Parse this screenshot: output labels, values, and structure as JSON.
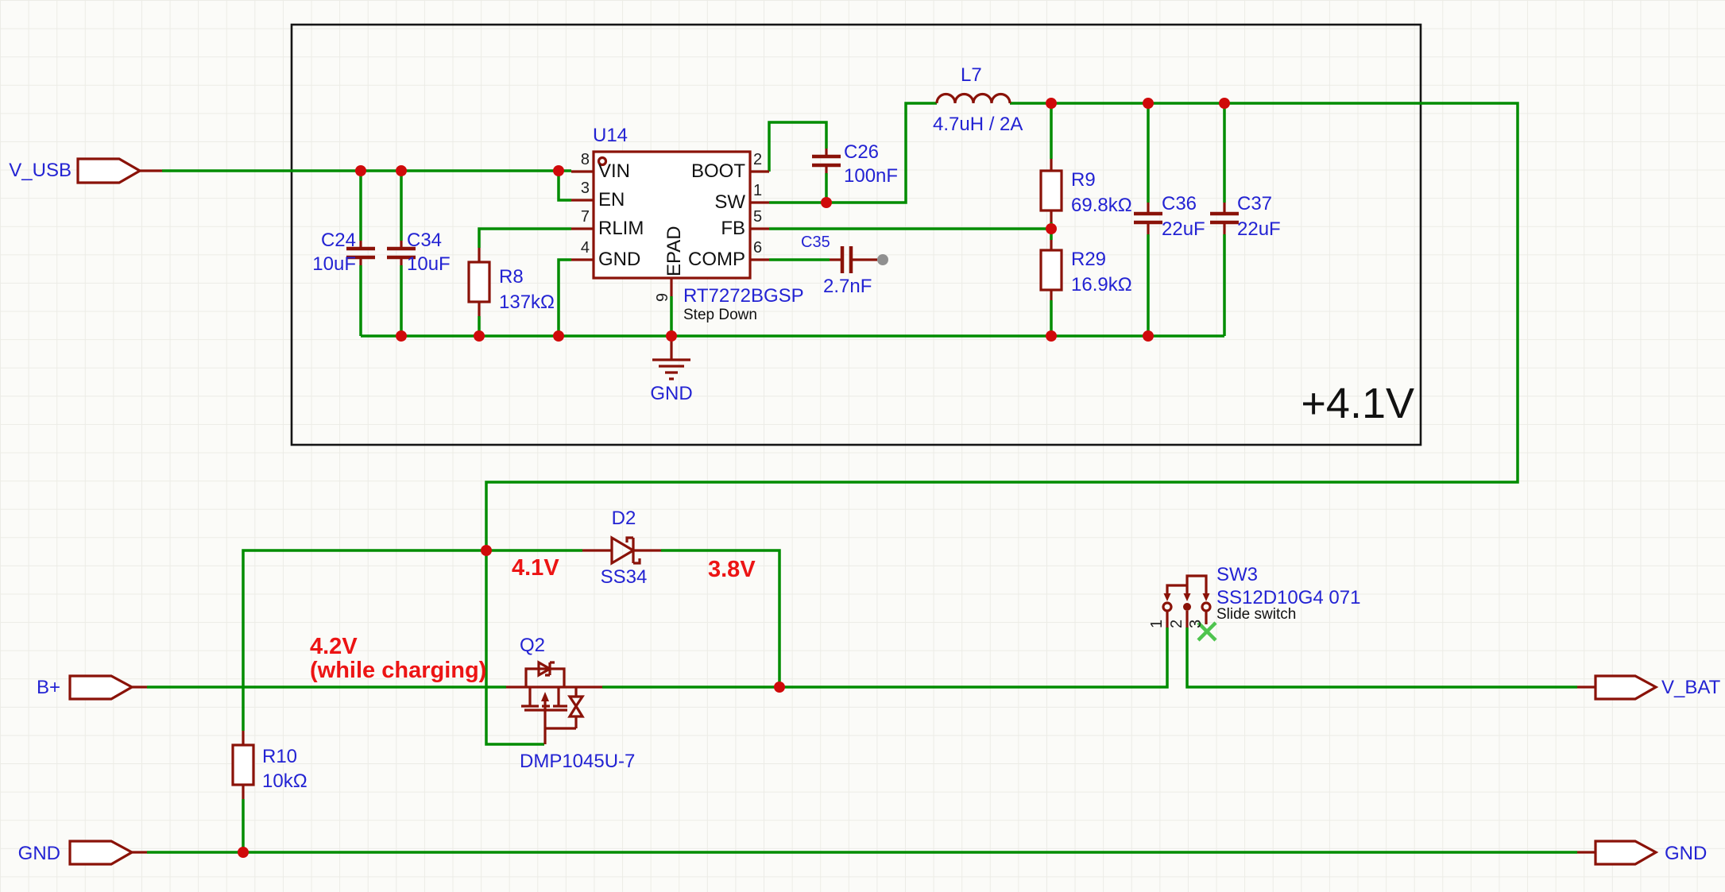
{
  "schematic": {
    "net_flags": {
      "v_usb": "V_USB",
      "b_plus": "B+",
      "gnd_left": "GND",
      "v_bat": "V_BAT",
      "gnd_right": "GND"
    },
    "regulator": {
      "ref": "U14",
      "part": "RT7272BGSP",
      "description": "Step Down",
      "pins": [
        {
          "num": "8",
          "name": "VIN"
        },
        {
          "num": "3",
          "name": "EN"
        },
        {
          "num": "7",
          "name": "RLIM"
        },
        {
          "num": "4",
          "name": "GND"
        },
        {
          "num": "2",
          "name": "BOOT"
        },
        {
          "num": "1",
          "name": "SW"
        },
        {
          "num": "5",
          "name": "FB"
        },
        {
          "num": "6",
          "name": "COMP"
        },
        {
          "num": "9",
          "name": "EPAD"
        }
      ]
    },
    "components": {
      "c24": {
        "ref": "C24",
        "value": "10uF"
      },
      "c34": {
        "ref": "C34",
        "value": "10uF"
      },
      "c26": {
        "ref": "C26",
        "value": "100nF"
      },
      "c35": {
        "ref": "C35",
        "value": "2.7nF"
      },
      "c36": {
        "ref": "C36",
        "value": "22uF"
      },
      "c37": {
        "ref": "C37",
        "value": "22uF"
      },
      "r8": {
        "ref": "R8",
        "value": "137kΩ"
      },
      "r9": {
        "ref": "R9",
        "value": "69.8kΩ"
      },
      "r29": {
        "ref": "R29",
        "value": "16.9kΩ"
      },
      "r10": {
        "ref": "R10",
        "value": "10kΩ"
      },
      "l7": {
        "ref": "L7",
        "value": "4.7uH / 2A"
      },
      "d2": {
        "ref": "D2",
        "value": "SS34"
      },
      "q2": {
        "ref": "Q2",
        "value": "DMP1045U-7"
      },
      "sw3": {
        "ref": "SW3",
        "value": "SS12D10G4 071",
        "description": "Slide switch",
        "pin_numbers": [
          "1",
          "2",
          "3"
        ]
      }
    },
    "power_section": {
      "output_voltage_label": "+4.1V",
      "gnd_symbol_label": "GND"
    },
    "annotations": {
      "diode_anode": "4.1V",
      "diode_cathode": "3.8V",
      "battery_line1": "4.2V",
      "battery_line2": "(while charging)"
    },
    "colors": {
      "wire": "#008c00",
      "component": "#8a1208",
      "junction": "#cf0a0a",
      "label_blue": "#2323d3",
      "annotation_red": "#ec1414",
      "text_black": "#111111",
      "nc_green": "#4ec44e",
      "dangling_gray": "#909090",
      "box_border": "#151515"
    }
  }
}
